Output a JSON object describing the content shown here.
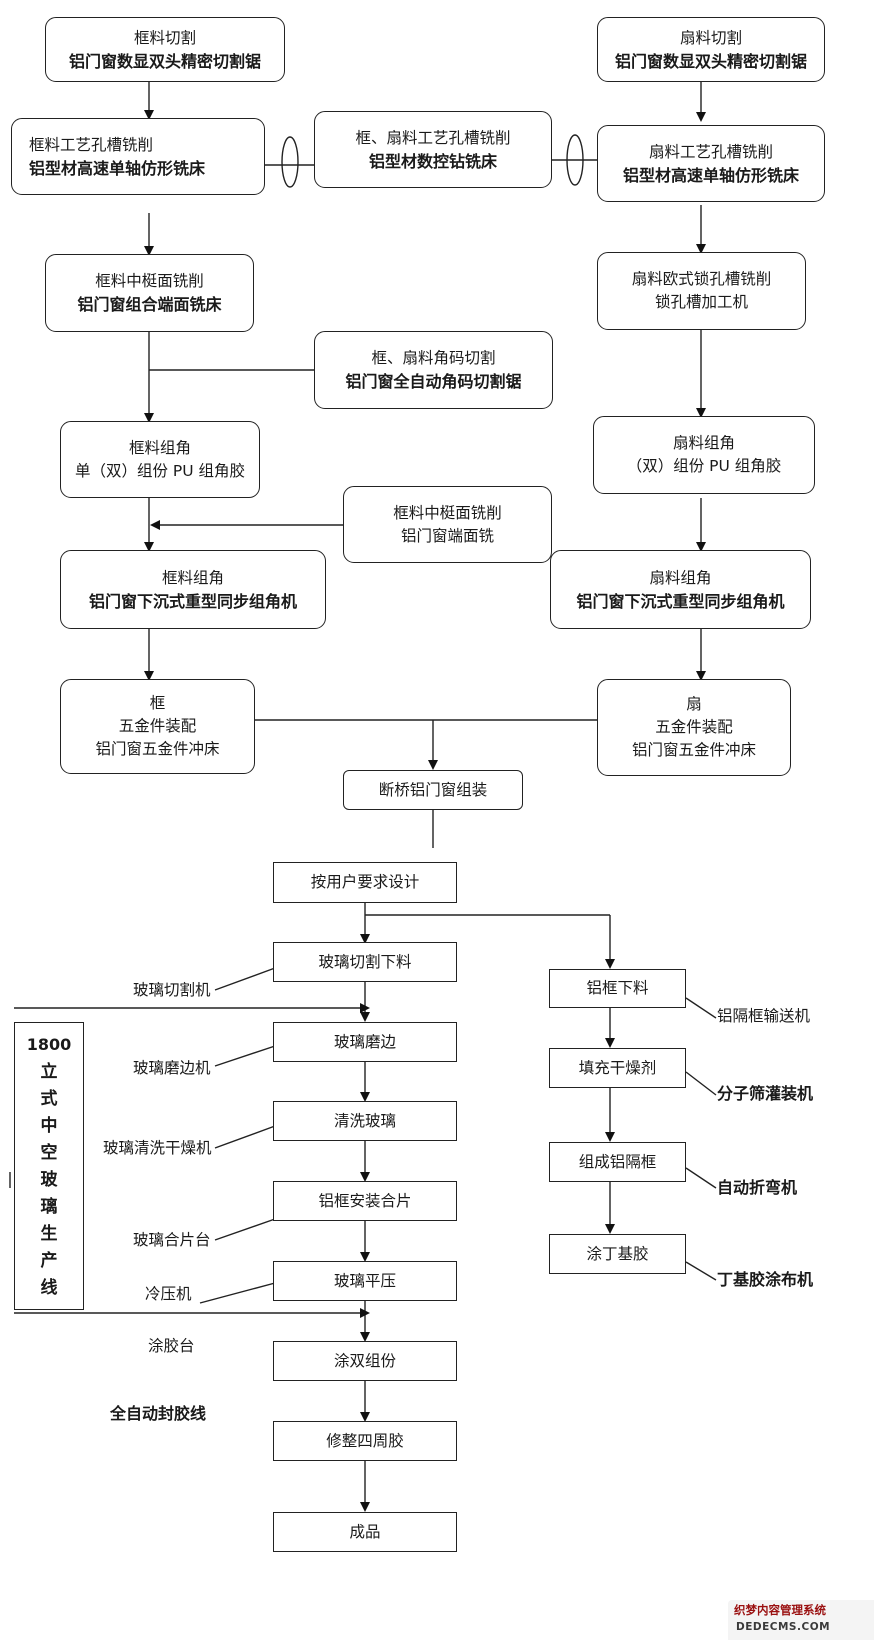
{
  "aluminum": {
    "frame_cut": {
      "line1": "框料切割",
      "line2": "铝门窗数显双头精密切割锯"
    },
    "sash_cut": {
      "line1": "扇料切割",
      "line2": "铝门窗数显双头精密切割锯"
    },
    "frame_mill": {
      "line1": "框料工艺孔槽铣削",
      "line2": "铝型材高速单轴仿形铣床"
    },
    "shared_drill": {
      "line1": "框、扇料工艺孔槽铣削",
      "line2": "铝型材数控钻铣床"
    },
    "sash_mill": {
      "line1": "扇料工艺孔槽铣削",
      "line2": "铝型材高速单轴仿形铣床"
    },
    "frame_mullion": {
      "line1": "框料中梃面铣削",
      "line2": "铝门窗组合端面铣床"
    },
    "sash_lock": {
      "line1": "扇料欧式锁孔槽铣削",
      "line2": "锁孔槽加工机"
    },
    "corner_cut": {
      "line1": "框、扇料角码切割",
      "line2": "铝门窗全自动角码切割锯"
    },
    "frame_glue": {
      "line1": "框料组角",
      "line2": "单（双）组份 PU 组角胶"
    },
    "sash_glue": {
      "line1": "扇料组角",
      "line2": "（双）组份 PU 组角胶"
    },
    "mullion_end": {
      "line1": "框料中梃面铣削",
      "line2": "铝门窗端面铣"
    },
    "frame_crimp": {
      "line1": "框料组角",
      "line2": "铝门窗下沉式重型同步组角机"
    },
    "sash_crimp": {
      "line1": "扇料组角",
      "line2": "铝门窗下沉式重型同步组角机"
    },
    "frame_hw": {
      "line1": "框",
      "line2": "五金件装配",
      "line3": "铝门窗五金件冲床"
    },
    "sash_hw": {
      "line1": "扇",
      "line2": "五金件装配",
      "line3": "铝门窗五金件冲床"
    },
    "assembly": "断桥铝门窗组装"
  },
  "glass": {
    "design": "按用户要求设计",
    "steps": [
      "玻璃切割下料",
      "玻璃磨边",
      "清洗玻璃",
      "铝框安装合片",
      "玻璃平压",
      "涂双组份",
      "修整四周胶",
      "成品"
    ],
    "machines": [
      "玻璃切割机",
      "玻璃磨边机",
      "玻璃清洗干燥机",
      "玻璃合片台",
      "冷压机",
      "涂胶台",
      "全自动封胶线"
    ],
    "line_label": {
      "num": "1800",
      "text": "立式中空玻璃生产线"
    }
  },
  "spacer": {
    "steps": [
      "铝框下料",
      "填充干燥剂",
      "组成铝隔框",
      "涂丁基胶"
    ],
    "machines": [
      "铝隔框输送机",
      "分子筛灌装机",
      "自动折弯机",
      "丁基胶涂布机"
    ]
  },
  "watermark": {
    "line1": "织梦内容管理系统",
    "line2": "DEDECMS.COM"
  }
}
